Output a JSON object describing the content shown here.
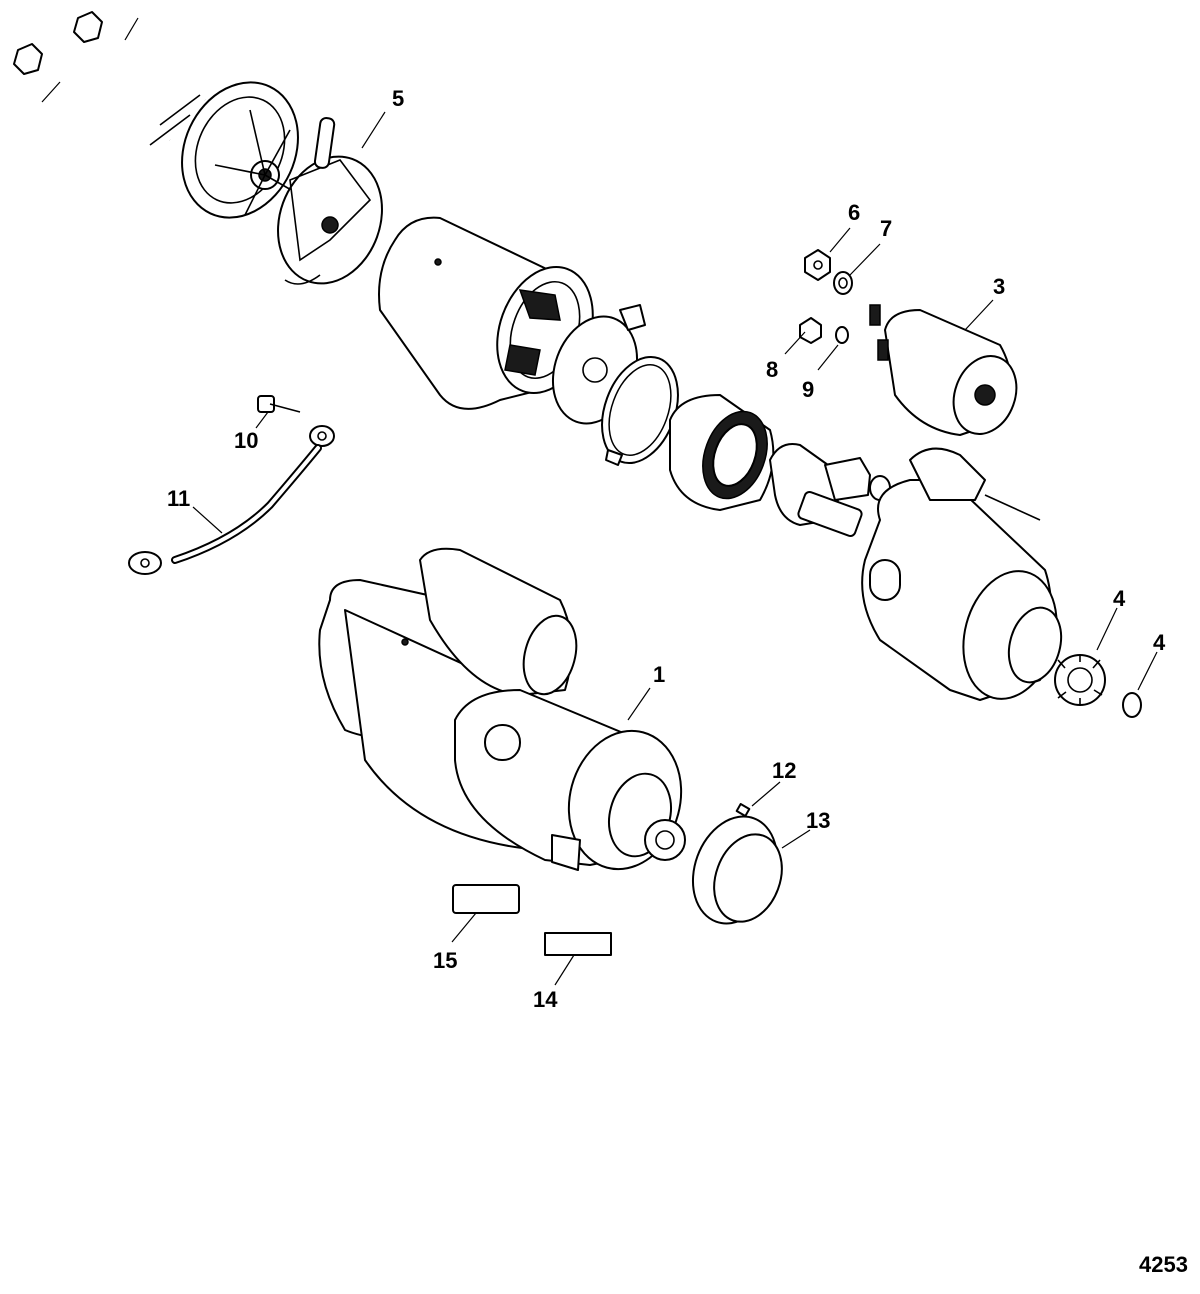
{
  "figure_number": "4253",
  "callouts": [
    "1",
    "3",
    "4",
    "4",
    "5",
    "6",
    "7",
    "8",
    "9",
    "10",
    "11",
    "12",
    "13",
    "14",
    "15"
  ]
}
